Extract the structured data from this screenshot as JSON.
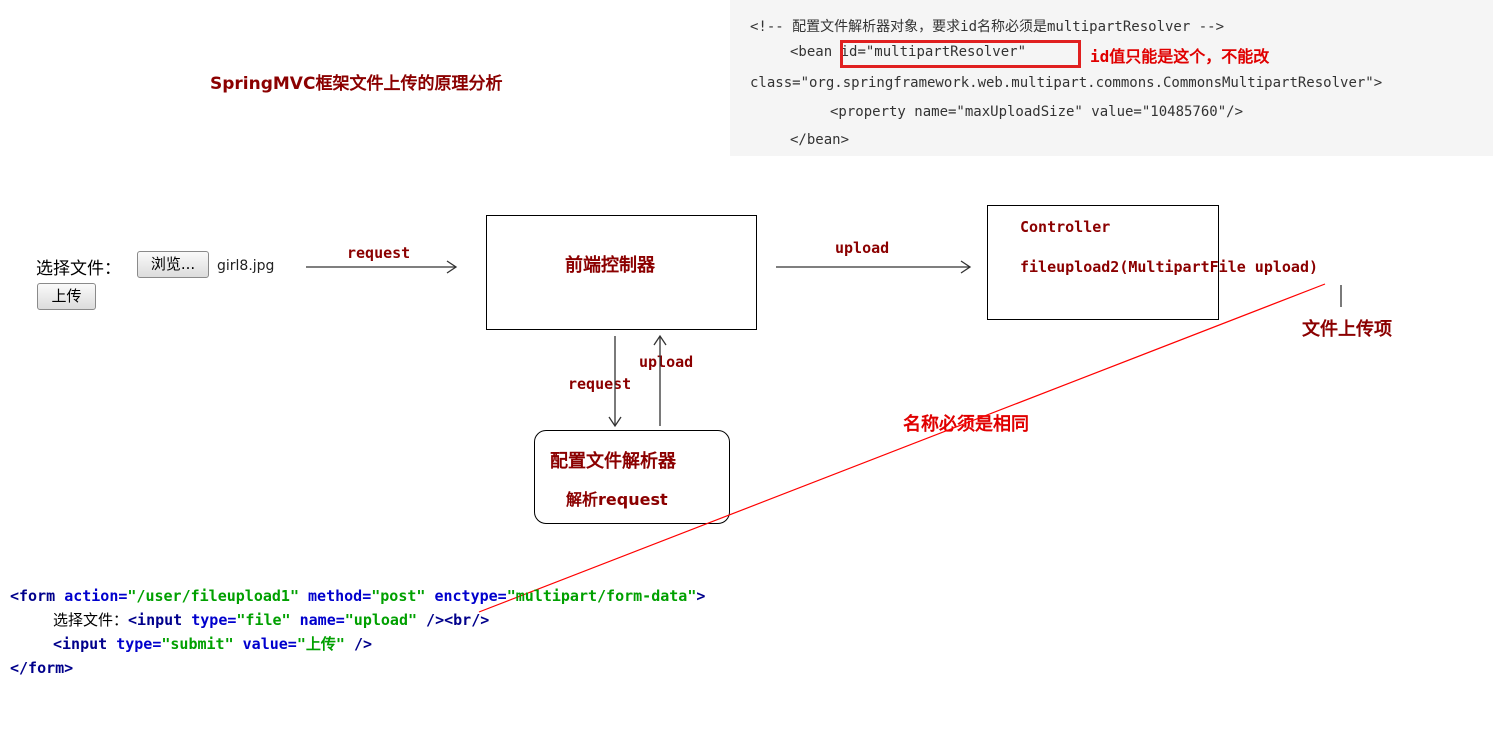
{
  "title": "SpringMVC框架文件上传的原理分析",
  "config_code": {
    "line1": "<!-- 配置文件解析器对象，要求id名称必须是multipartResolver -->",
    "line2_prefix": "<bean",
    "line2_id": "id=\"multipartResolver\"",
    "line3": "class=\"org.springframework.web.multipart.commons.CommonsMultipartResolver\">",
    "line4": "<property name=\"maxUploadSize\" value=\"10485760\"/>",
    "line5": "</bean>",
    "note": "id值只能是这个，不能改"
  },
  "file_ui": {
    "label": "选择文件：",
    "browse_label": "浏览...",
    "filename": "girl8.jpg",
    "upload_label": "上传"
  },
  "diagram": {
    "arrow_request": "request",
    "front_controller": "前端控制器",
    "arrow_upload": "upload",
    "controller_title": "Controller",
    "controller_method": "fileupload2(MultipartFile upload)",
    "file_item_label": "文件上传项",
    "down_request": "request",
    "up_upload": "upload",
    "resolver_title": "配置文件解析器",
    "resolver_sub": "解析request",
    "same_name_note": "名称必须是相同"
  },
  "form_code": {
    "l1_open": "<form",
    "l1_action_attr": "action=",
    "l1_action_val": "\"/user/fileupload1\"",
    "l1_method_attr": "method=",
    "l1_method_val": "\"post\"",
    "l1_enctype_attr": "enctype=",
    "l1_enctype_val": "\"multipart/form-data\"",
    "l1_close": ">",
    "l2_text": "选择文件：",
    "l2_open": "<input",
    "l2_type_attr": "type=",
    "l2_type_val": "\"file\"",
    "l2_name_attr": "name=",
    "l2_name_val": "\"upload\"",
    "l2_close": "/><br/>",
    "l3_open": "<input",
    "l3_type_attr": "type=",
    "l3_type_val": "\"submit\"",
    "l3_value_attr": "value=",
    "l3_value_val": "\"上传\"",
    "l3_close": "/>",
    "l4": "</form>"
  },
  "colors": {
    "dark_red": "#8b0000",
    "red": "#e00000",
    "line_red": "#ff0000",
    "code_bg": "#f5f5f5",
    "tag": "#00008b",
    "string": "#00a000"
  }
}
